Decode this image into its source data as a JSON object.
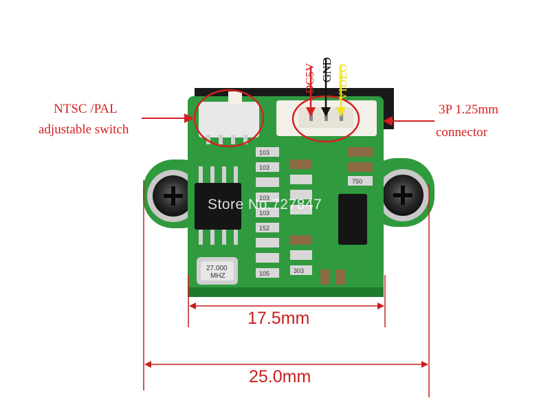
{
  "labels": {
    "switch_line1": "NTSC /PAL",
    "switch_line2": "adjustable switch",
    "connector_line1": "3P 1.25mm",
    "connector_line2": "connector",
    "pin_dc": "DC5V",
    "pin_gnd": "GND",
    "pin_video": "VIDEO",
    "dim_inner": "17.5mm",
    "dim_outer": "25.0mm"
  },
  "board_markings": {
    "crystal_line1": "27.000",
    "crystal_line2": "MHZ",
    "r1": "103",
    "r2": "103",
    "r3": "103",
    "r4": "152",
    "r5": "103",
    "r6": "105",
    "r7": "303",
    "r8": "750"
  },
  "watermark": "Store No.727847",
  "colors": {
    "annotation_red": "#d42020",
    "video_yellow": "#f2e21a",
    "pcb_green": "#2f9a3e"
  }
}
